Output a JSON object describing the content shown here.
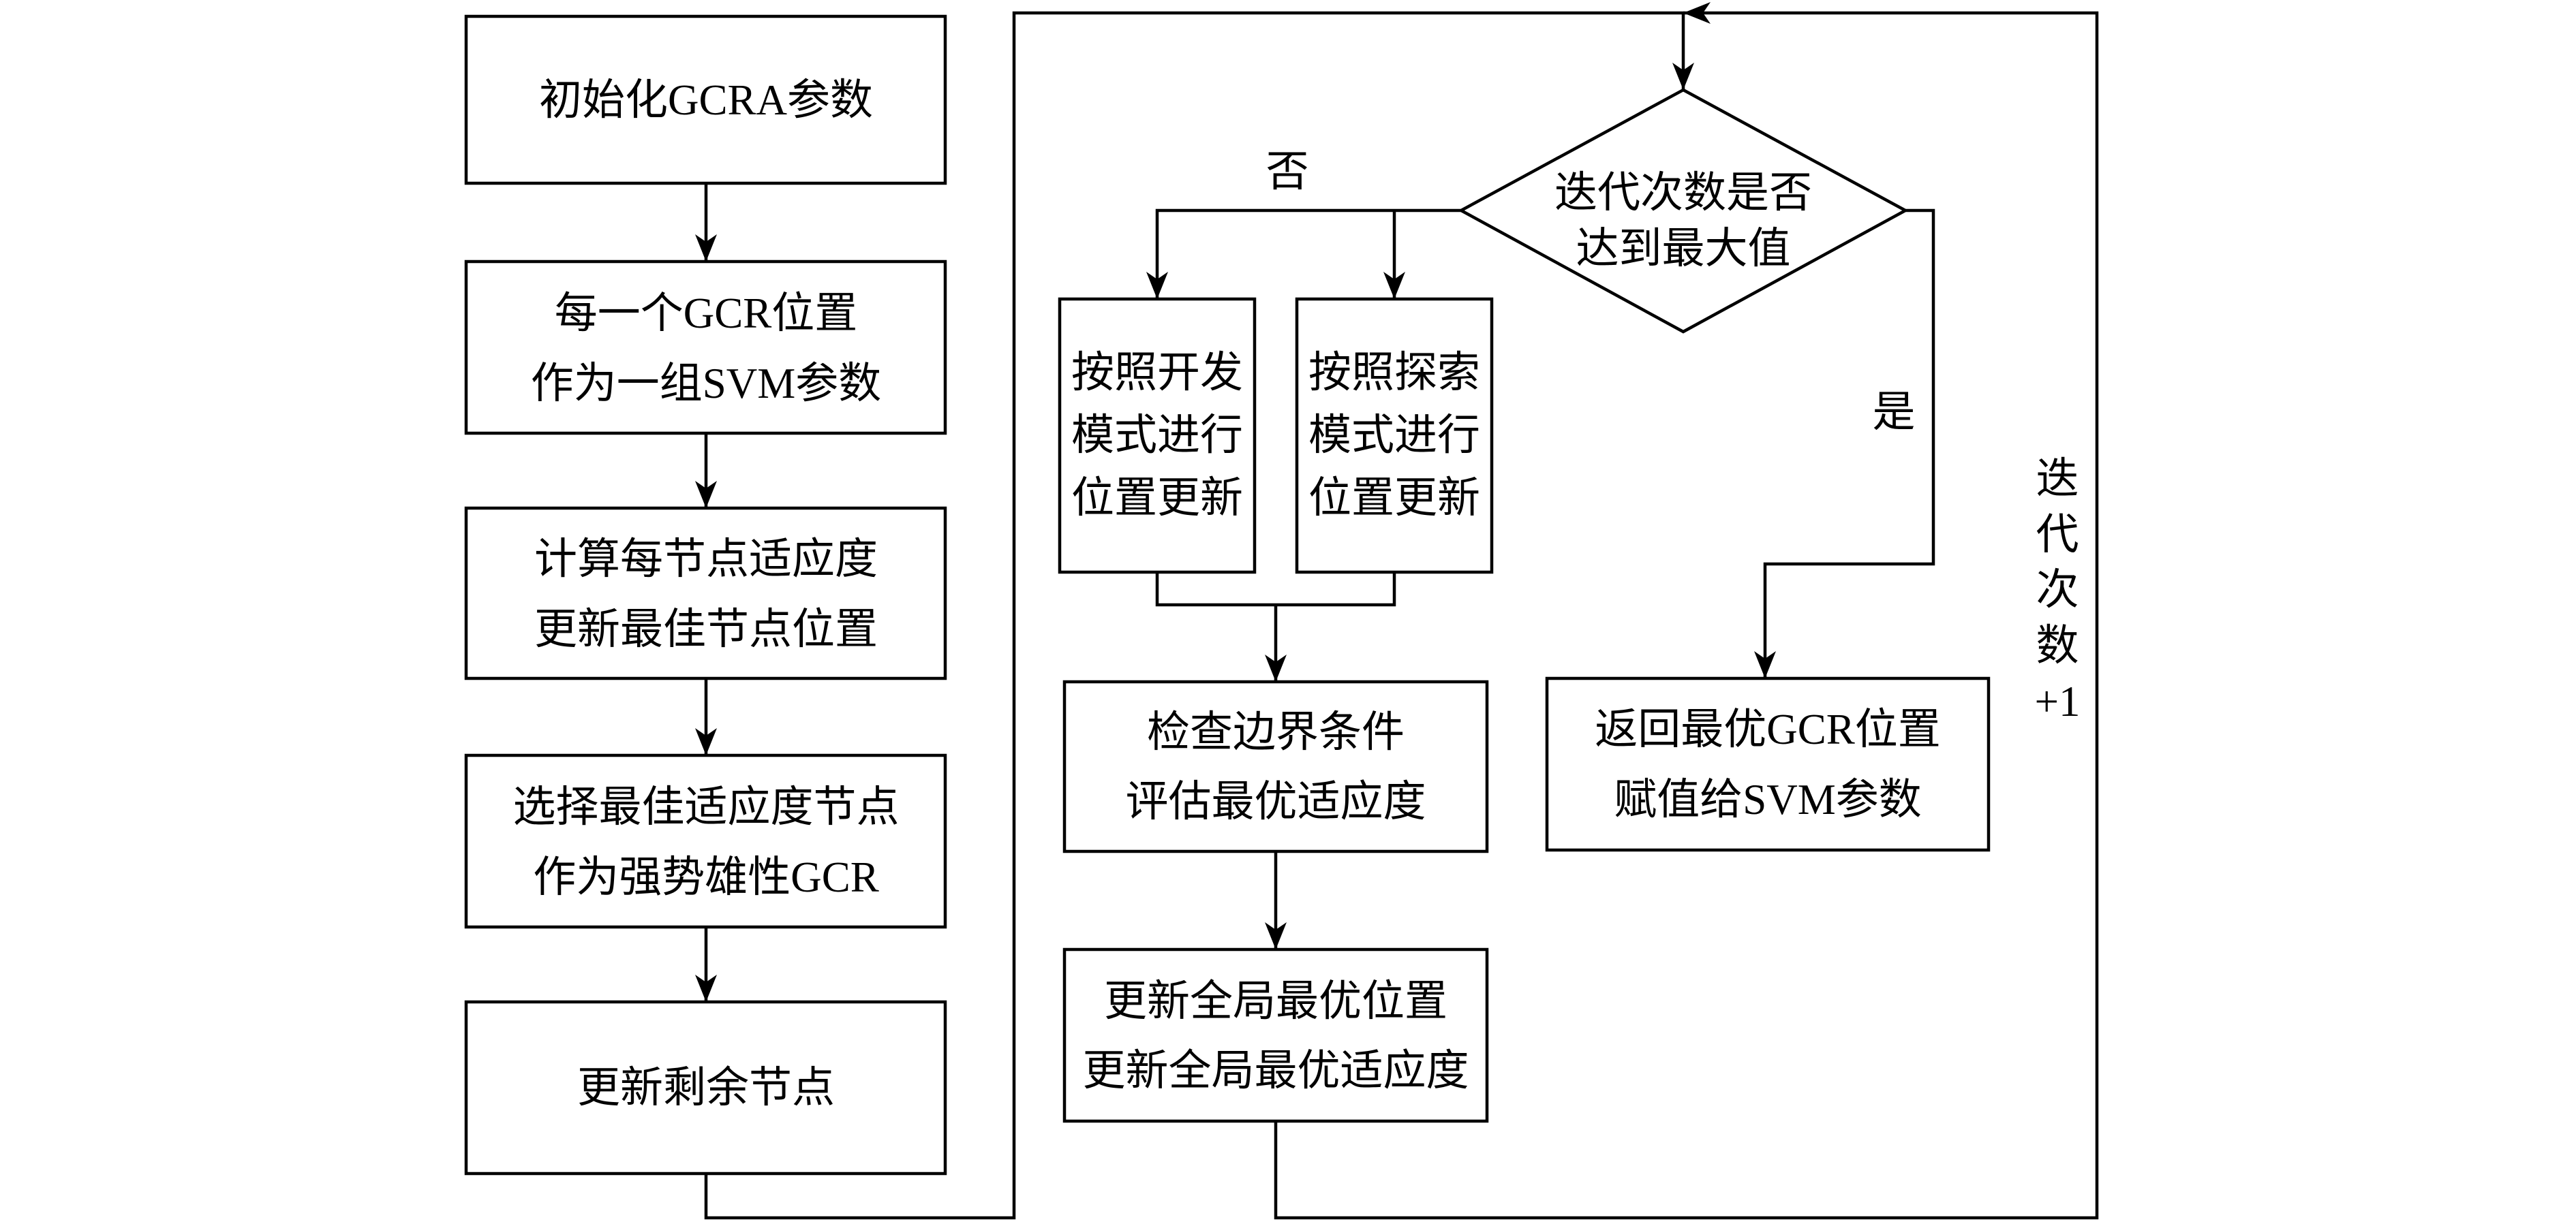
{
  "colors": {
    "stroke": "#000000",
    "background": "#ffffff"
  },
  "steps": {
    "init": {
      "line1": "初始化GCRA参数"
    },
    "svm_params": {
      "line1": "每一个GCR位置",
      "line2": "作为一组SVM参数"
    },
    "fitness": {
      "line1": "计算每节点适应度",
      "line2": "更新最佳节点位置"
    },
    "select_male": {
      "line1": "选择最佳适应度节点",
      "line2": "作为强势雄性GCR"
    },
    "update_rest": {
      "line1": "更新剩余节点"
    },
    "exploit": {
      "line1": "按照开发",
      "line2": "模式进行",
      "line3": "位置更新"
    },
    "explore": {
      "line1": "按照探索",
      "line2": "模式进行",
      "line3": "位置更新"
    },
    "check": {
      "line1": "检查边界条件",
      "line2": "评估最优适应度"
    },
    "global_best": {
      "line1": "更新全局最优位置",
      "line2": "更新全局最优适应度"
    },
    "return_best": {
      "line1": "返回最优GCR位置",
      "line2": "赋值给SVM参数"
    }
  },
  "decision": {
    "line1": "迭代次数是否",
    "line2": "达到最大值"
  },
  "labels": {
    "no": "否",
    "yes": "是",
    "loop": [
      "迭",
      "代",
      "次",
      "数",
      "+1"
    ]
  }
}
